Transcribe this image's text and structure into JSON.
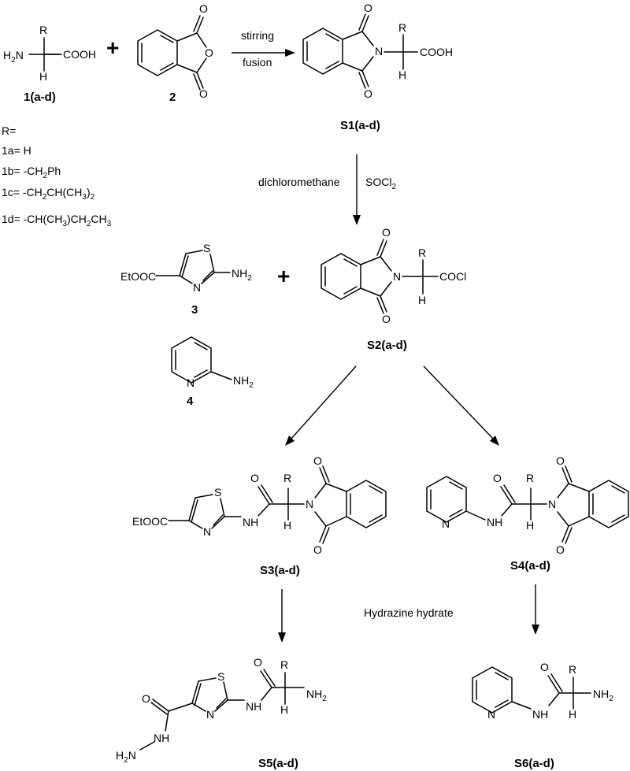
{
  "reaction_conditions": {
    "step1_top": "stirring",
    "step1_bottom": "fusion",
    "step2_left": "dichloromethane",
    "step2_reagent": "SOCl",
    "step2_reagent_sub": "2",
    "step4": "Hydrazine hydrate"
  },
  "compound_labels": {
    "c1": "1(a-d)",
    "c2": "2",
    "s1": "S1(a-d)",
    "c3": "3",
    "c4": "4",
    "s2": "S2(a-d)",
    "s3": "S3(a-d)",
    "s4": "S4(a-d)",
    "s5": "S5(a-d)",
    "s6": "S6(a-d)"
  },
  "substituents": {
    "header": "R=",
    "r1a": "1a= H",
    "r1b_a": "1b= -CH",
    "r1b_b": "2",
    "r1b_c": "Ph",
    "r1c_a": "1c= -CH",
    "r1c_b": "2",
    "r1c_c": "CH(CH",
    "r1c_d": "3",
    "r1c_e": ")",
    "r1c_f": "2",
    "r1d_a": "1d= -CH(CH",
    "r1d_b": "3",
    "r1d_c": ")CH",
    "r1d_d": "2",
    "r1d_e": "CH",
    "r1d_f": "3"
  },
  "atoms": {
    "r": "R",
    "h": "H",
    "o": "O",
    "n": "N",
    "s": "S",
    "nh": "NH",
    "nh2": "NH",
    "h2n": "H",
    "two": "2",
    "cooh": "COOH",
    "cocl": "COCl",
    "etooc": "EtOOC",
    "nh_hyd": "NH"
  },
  "plus_sign": "+"
}
